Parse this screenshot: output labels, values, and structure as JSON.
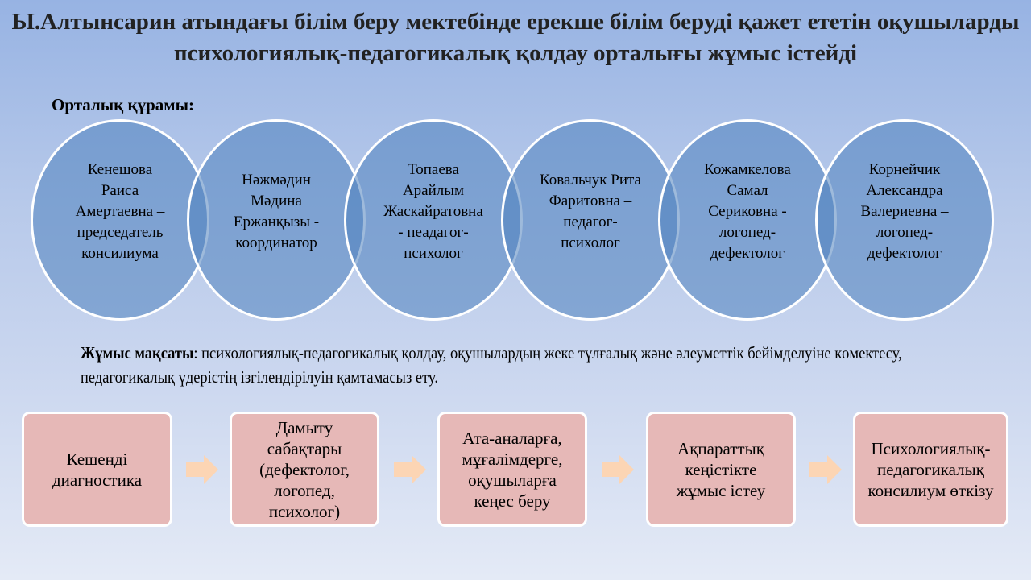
{
  "title": "Ы.Алтынсарин атындағы білім беру мектебінде ерекше білім беруді қажет ететін оқушыларды психологиялық-педагогикалық қолдау орталығы жұмыс істейді",
  "members_heading": "Орталық құрамы:",
  "members": [
    "Кенешова\nРаиса\nАмертаевна –\nпредседатель\nконсилиума",
    "Нәжмәдин\nМәдина\nЕржанқызы -\nкоординатор",
    "Топаева\nАрайлым\nЖаскайратовна\n- пеадагог-\nпсихолог",
    "Ковальчук Рита\nФаритовна –\nпедагог-\nпсихолог",
    "Кожамкелова\nСамал\nСериковна -\nлогопед-\nдефектолог",
    "Корнейчик\nАлександра\nВалериевна –\nлогопед-\nдефектолог"
  ],
  "goal": {
    "label": "Жұмыс мақсаты",
    "text": ": психологиялық-педагогикалық қолдау, оқушылардың жеке тұлғалық және әлеуметтік бейімделуіне көмектесу, педагогикалық үдерістің ізгілендірілуін  қамтамасыз ету."
  },
  "steps": [
    "Кешенді\nдиагностика",
    "Дамыту\nсабақтары\n(дефектолог,\nлогопед,\nпсихолог)",
    "Ата-аналарға,\nмұғалімдерге,\nоқушыларға\nкеңес беру",
    "Ақпараттық\nкеңістікте\nжұмыс істеу",
    "Психологиялық-\nпедагогикалық\nконсилиум өткізу"
  ],
  "colors": {
    "circle": "#4f81bd",
    "step": "#e6b8b7",
    "arrow": "#fcd5b4"
  }
}
